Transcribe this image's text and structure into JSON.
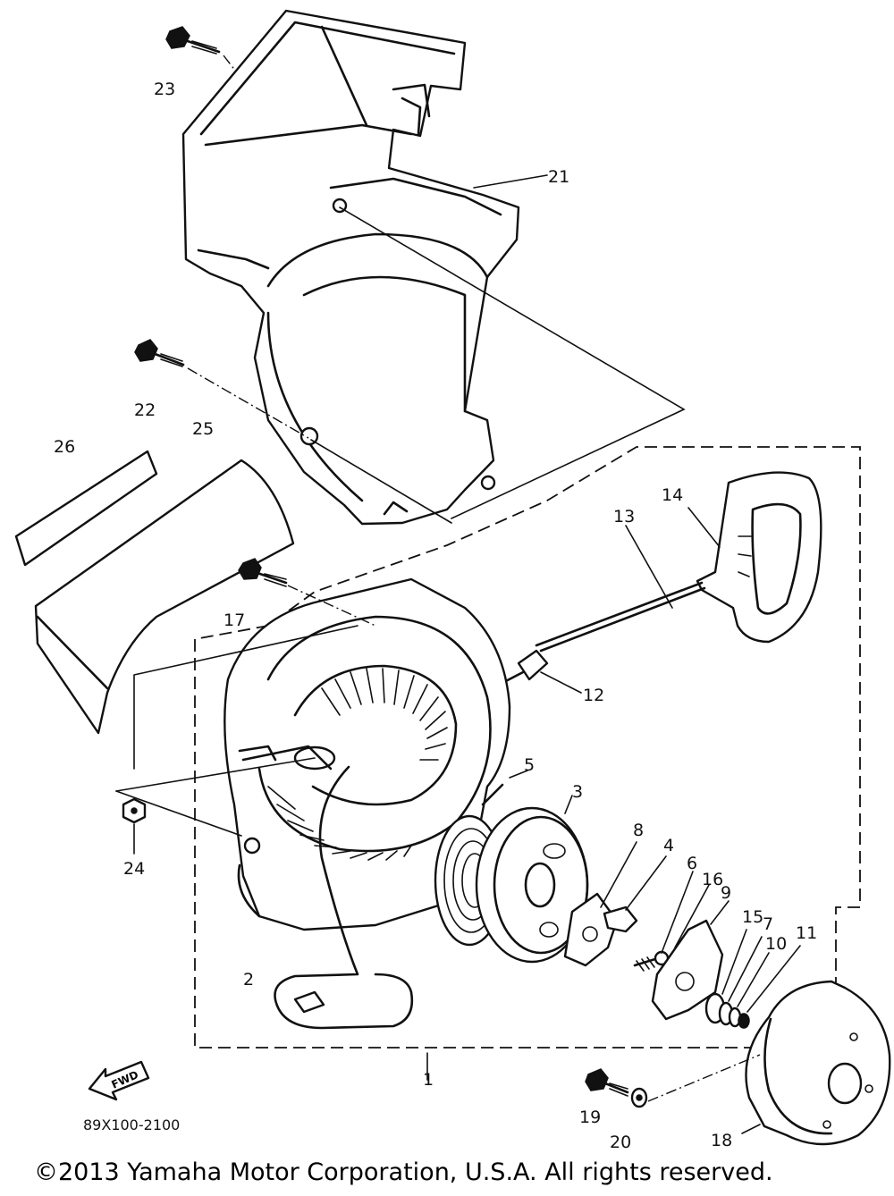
{
  "diagram": {
    "part_labels": [
      "23",
      "21",
      "22",
      "26",
      "25",
      "14",
      "13",
      "17",
      "12",
      "5",
      "3",
      "24",
      "8",
      "4",
      "6",
      "16",
      "9",
      "15",
      "7",
      "10",
      "11",
      "2",
      "19",
      "20",
      "18",
      "1"
    ],
    "fwd_label": "FWD",
    "drawing_code": "89X100-2100",
    "copyright": "©2013 Yamaha Motor Corporation, U.S.A. All rights reserved."
  }
}
